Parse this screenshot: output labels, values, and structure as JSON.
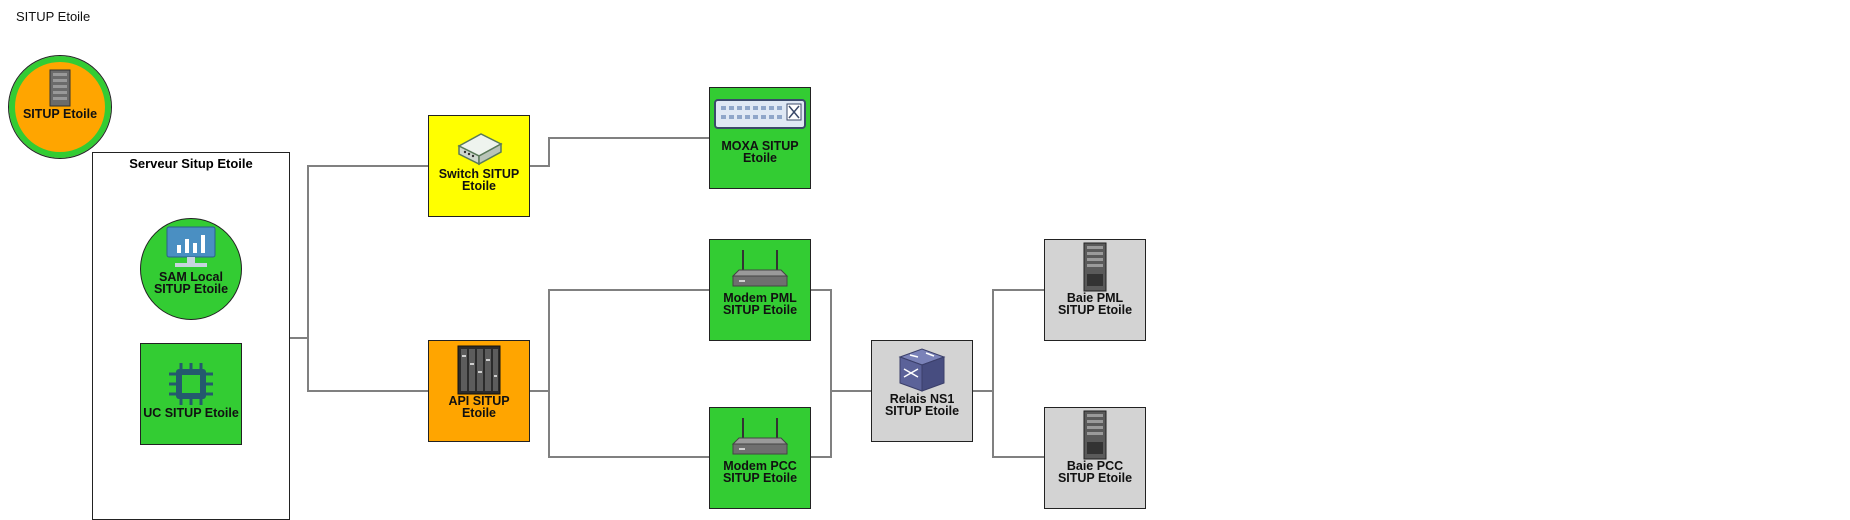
{
  "diagram": {
    "title": "SITUP Etoile",
    "legend_node": {
      "label": "SITUP Etoile",
      "icon": "server-rack-icon",
      "fill": "#ffa500",
      "ring": "#33cc33"
    },
    "server_container": {
      "label": "Serveur Situp Etoile"
    },
    "nodes": {
      "sam_local": {
        "label": "SAM Local SITUP Etoile",
        "icon": "monitor-chart-icon",
        "fill": "#33cc33"
      },
      "uc": {
        "label": "UC SITUP Etoile",
        "icon": "cpu-chip-icon",
        "fill": "#33cc33"
      },
      "switch": {
        "label": "Switch SITUP Etoile",
        "icon": "network-switch-icon",
        "fill": "#ffff00"
      },
      "api": {
        "label": "API SITUP Etoile",
        "icon": "plc-rack-icon",
        "fill": "#ffa500"
      },
      "moxa": {
        "label": "MOXA SITUP Etoile",
        "icon": "patch-panel-icon",
        "fill": "#33cc33"
      },
      "modem_pml": {
        "label": "Modem PML SITUP Etoile",
        "icon": "wifi-router-icon",
        "fill": "#33cc33"
      },
      "modem_pcc": {
        "label": "Modem PCC SITUP Etoile",
        "icon": "wifi-router-icon",
        "fill": "#33cc33"
      },
      "relais_ns1": {
        "label": "Relais NS1 SITUP Etoile",
        "icon": "router-cube-icon",
        "fill": "#d3d3d3"
      },
      "baie_pml": {
        "label": "Baie PML SITUP Etoile",
        "icon": "tower-server-icon",
        "fill": "#d3d3d3"
      },
      "baie_pcc": {
        "label": "Baie PCC SITUP Etoile",
        "icon": "tower-server-icon",
        "fill": "#d3d3d3"
      }
    },
    "connections": [
      [
        "server_container",
        "switch"
      ],
      [
        "server_container",
        "api"
      ],
      [
        "switch",
        "moxa"
      ],
      [
        "api",
        "modem_pml"
      ],
      [
        "api",
        "modem_pcc"
      ],
      [
        "modem_pml",
        "relais_ns1"
      ],
      [
        "modem_pcc",
        "relais_ns1"
      ],
      [
        "relais_ns1",
        "baie_pml"
      ],
      [
        "relais_ns1",
        "baie_pcc"
      ]
    ],
    "colors": {
      "wire": "#808080",
      "border": "#222222"
    }
  }
}
